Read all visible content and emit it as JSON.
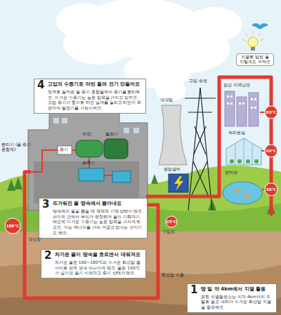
{
  "diagram": {
    "nodes": [
      {
        "text": [
          "4",
          "고압의 수증기로 터빈 돌려 전기 만들어요",
          "탱크로 들어온 물·증기 혼합물에서 증기를 분리해요. 뜨거운 수증기는 높은 압력을 가지고 있어요. 고압 증기가 힘으로 터빈 날개를 돌리고 터빈이 회전하며 발전기를 가동시켜요."
        ]
      },
      {
        "text": [
          "3",
          "뜨거워진 물 땅속에서 뽑아내요",
          "땅속에서 물을 뽑을 때 액체와 기체 상태가 돼요. 파이프 안에서 부피가 팽창되며 물이 기화하기 때문에 뜨거운 수증기는 높은 압력을 가지게 되고요, 이는 에너지를 가득 머금고 있다는 것이기도 해요."
        ]
      },
      {
        "text": [
          "2",
          "차가운 물이 땅속을 흐르면서 데워져요",
          "차가운 물은 160~180℃의 뜨거운 화강암 틈 사이로 섞여 보내 지나가게 돼요. 물은 100℃가 넘으면 끓기 시작하고 증기 상태가 돼요."
        ]
      },
      {
        "text": [
          "1",
          "땅 밑 약 4km에서 지열 활용",
          "포항 지열발전소는 지하 4km까지 드릴로 뚫고 내려가 뜨거운 화강암 지열을 활용해요."
        ]
      }
    ],
    "labels": [
      "분리기 (물·증기 혼합체)",
      "발전기",
      "터빈",
      "증기",
      "응축기",
      "냉각탑",
      "변압설비",
      "고압 송전",
      "지열로 덥힌 물 이렇게도 쓰여요",
      "집단 지역난방",
      "80℃",
      "유리온실",
      "40℃",
      "양어장",
      "30℃",
      "180℃",
      "생산정",
      "수입정",
      "25℃",
      "화강암 지층"
    ]
  }
}
